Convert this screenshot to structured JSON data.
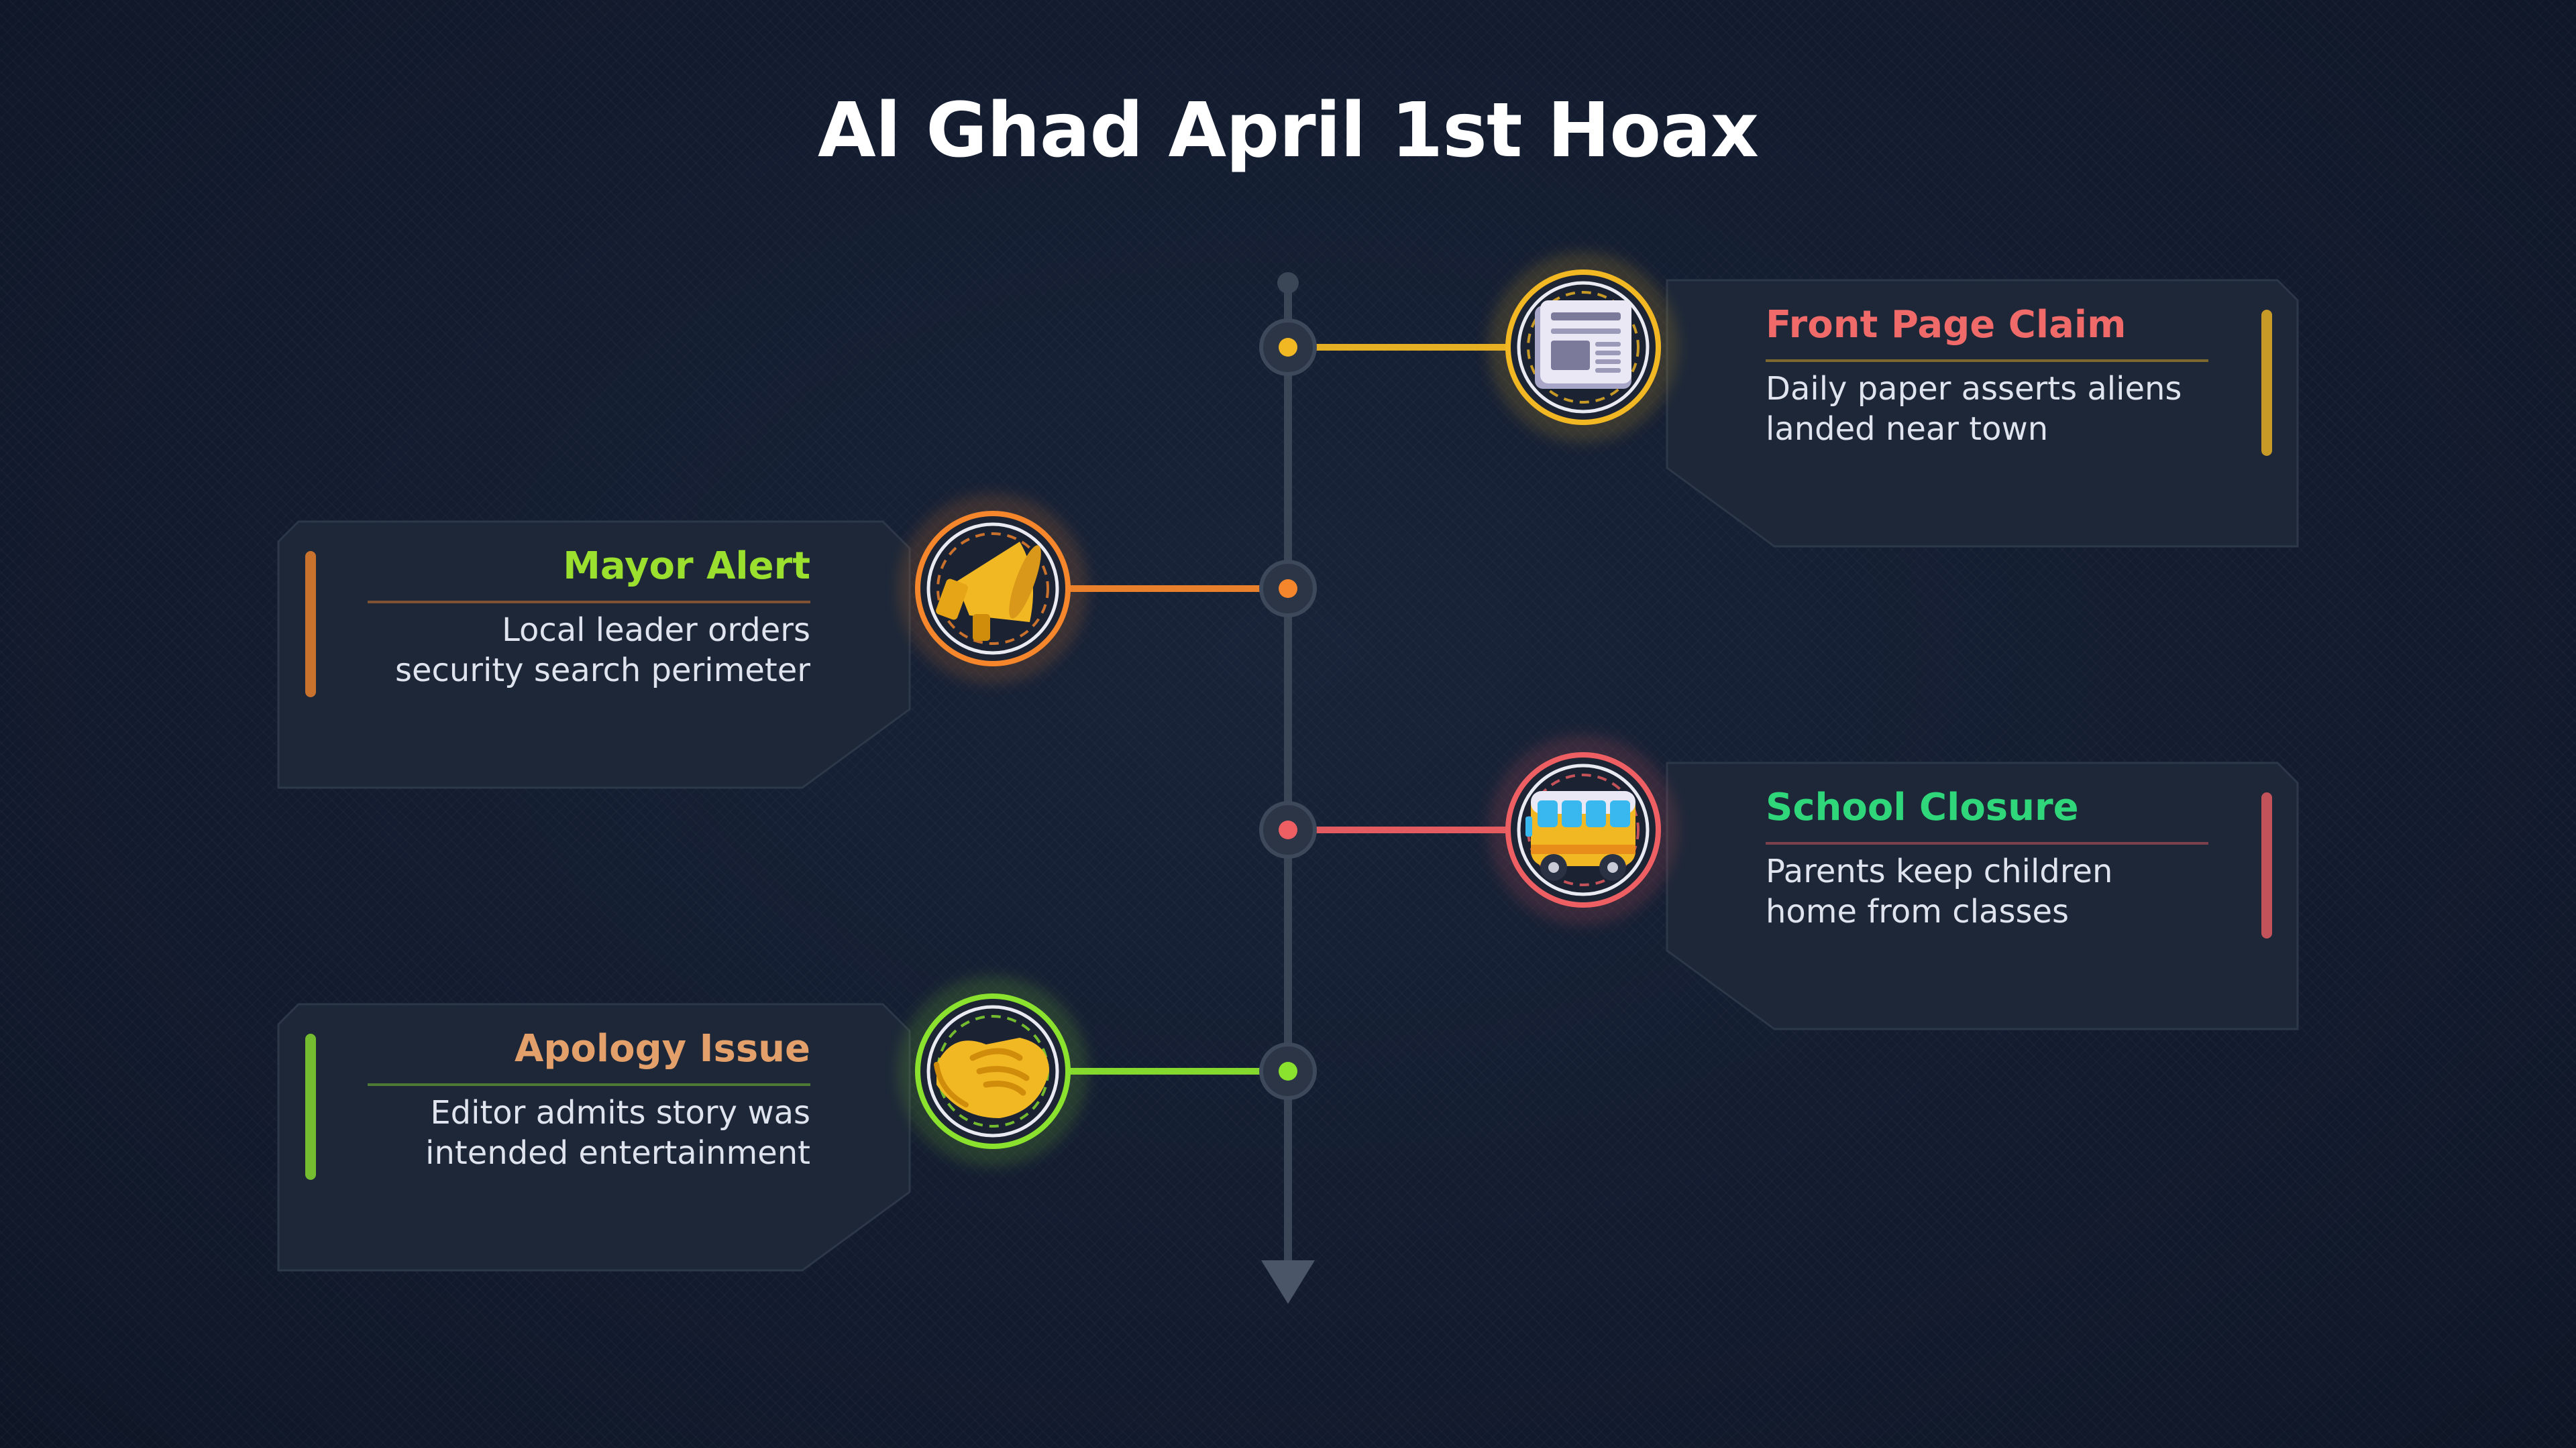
{
  "title": "Al Ghad April 1st Hoax",
  "colors": {
    "background": "#111a2c",
    "card": "#1d2738",
    "axis": "#3a4556"
  },
  "events": [
    {
      "side": "right",
      "title": "Front Page Claim",
      "description": "Daily paper asserts aliens landed near town",
      "title_color": "#f06a6a",
      "accent": "#f2b824",
      "icon": "newspaper-icon"
    },
    {
      "side": "left",
      "title": "Mayor Alert",
      "description": "Local leader orders security search perimeter",
      "title_color": "#9be02e",
      "accent": "#f5862c",
      "icon": "megaphone-icon"
    },
    {
      "side": "right",
      "title": "School Closure",
      "description": "Parents keep children home from classes",
      "title_color": "#2fd67a",
      "accent": "#ee5f63",
      "icon": "school-bus-icon"
    },
    {
      "side": "left",
      "title": "Apology Issue",
      "description": "Editor admits story was intended entertainment",
      "title_color": "#e3a06a",
      "accent": "#8be22e",
      "icon": "handshake-icon"
    }
  ]
}
